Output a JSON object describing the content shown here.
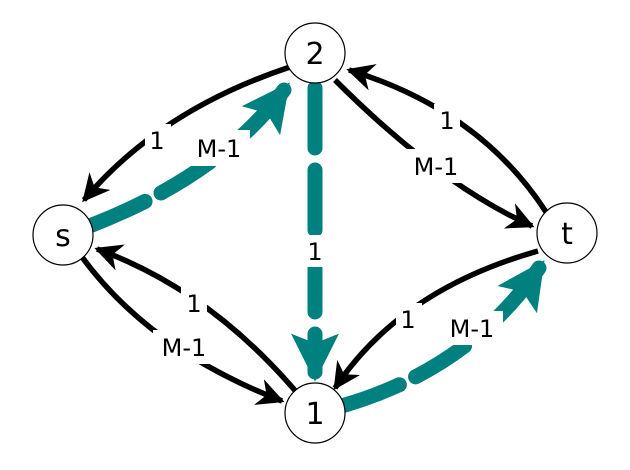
{
  "colors": {
    "flow": "#00807f",
    "edge": "#000000",
    "node_fill": "#ffffff"
  },
  "nodes": {
    "s": "s",
    "n2": "2",
    "t": "t",
    "n1": "1"
  },
  "edge_labels": {
    "s_to_2_capacity": "M-1",
    "two_to_s_capacity": "1",
    "two_to_1_capacity": "1",
    "two_to_t_capacity": "M-1",
    "t_to_2_capacity": "1",
    "s_to_1_capacity": "M-1",
    "one_to_s_capacity": "1",
    "one_to_t_capacity": "M-1",
    "t_to_1_capacity": "1"
  }
}
